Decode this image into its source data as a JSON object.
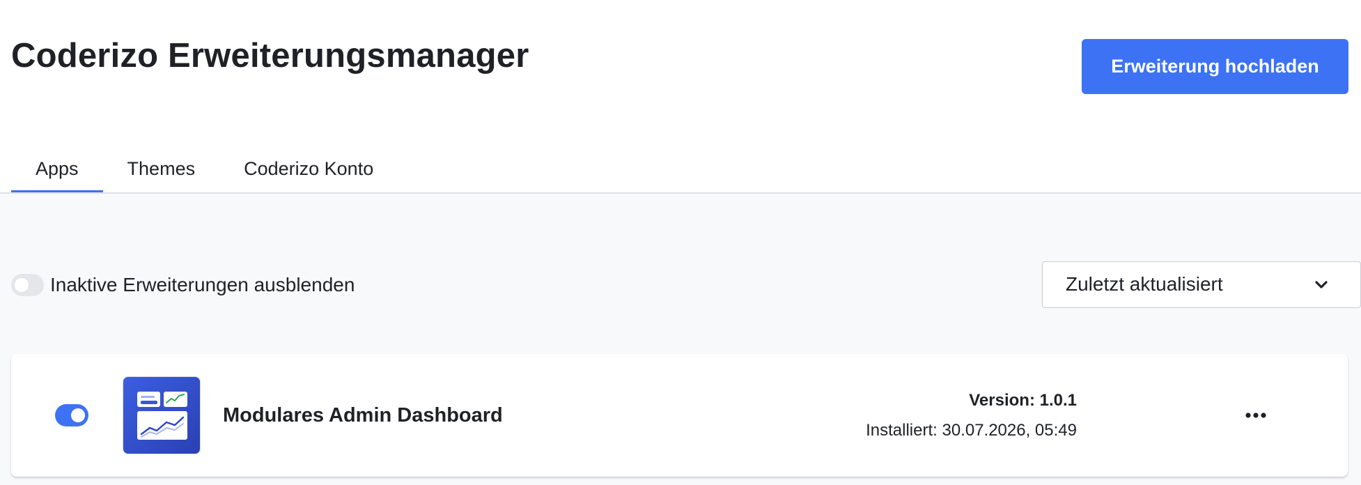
{
  "header": {
    "title": "Coderizo Erweiterungsmanager",
    "upload_label": "Erweiterung hochladen"
  },
  "tabs": [
    {
      "label": "Apps",
      "active": true
    },
    {
      "label": "Themes",
      "active": false
    },
    {
      "label": "Coderizo Konto",
      "active": false
    }
  ],
  "filters": {
    "hide_inactive_label": "Inaktive Erweiterungen ausblenden",
    "hide_inactive_on": false,
    "sort_selected": "Zuletzt aktualisiert"
  },
  "extensions": [
    {
      "name": "Modulares Admin Dashboard",
      "active": true,
      "version": "Version: 1.0.1",
      "installed": "Installiert: 30.07.2026, 05:49",
      "icon": "dashboard-chart-icon"
    }
  ],
  "colors": {
    "accent": "#3d72f5",
    "content_bg": "#f8f9fb",
    "text": "#1f2126"
  }
}
